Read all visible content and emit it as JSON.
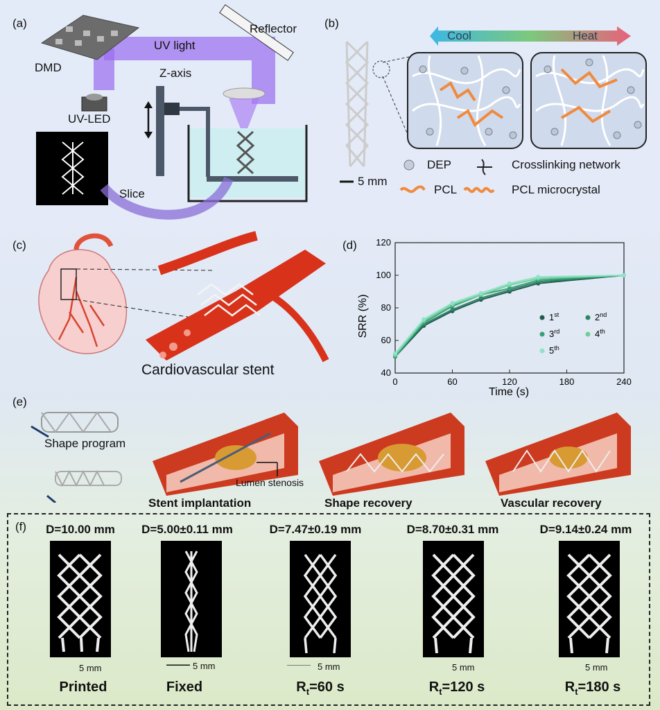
{
  "panel_labels": {
    "a": "(a)",
    "b": "(b)",
    "c": "(c)",
    "d": "(d)",
    "e": "(e)",
    "f": "(f)"
  },
  "a": {
    "dmd": "DMD",
    "uv_light": "UV light",
    "reflector": "Reflector",
    "z_axis": "Z-axis",
    "uv_led": "UV-LED",
    "slice": "Slice"
  },
  "b": {
    "cool": "Cool",
    "heat": "Heat",
    "scale": "5 mm",
    "legend": {
      "dep": "DEP",
      "crosslink": "Crosslinking network",
      "pcl": "PCL",
      "pcl_micro": "PCL microcrystal"
    }
  },
  "c": {
    "caption": "Cardiovascular stent"
  },
  "chart_data": {
    "type": "scatter",
    "ylabel": "SRR (%)",
    "xlabel": "Time (s)",
    "xlim": [
      0,
      240
    ],
    "ylim": [
      40,
      120
    ],
    "xticks": [
      "0",
      "60",
      "120",
      "180",
      "240"
    ],
    "yticks": [
      "40",
      "60",
      "80",
      "100",
      "120"
    ],
    "legend_position": "bottom-right",
    "series": [
      {
        "name": "1",
        "sup": "st",
        "color": "#1f5b4c",
        "x": [
          0,
          30,
          60,
          90,
          120,
          150,
          240
        ],
        "y": [
          50,
          69,
          78,
          85,
          90,
          95,
          100
        ]
      },
      {
        "name": "2",
        "sup": "nd",
        "color": "#2f8466",
        "x": [
          0,
          30,
          60,
          90,
          120,
          150,
          240
        ],
        "y": [
          51,
          70,
          79,
          86,
          91,
          96,
          100
        ]
      },
      {
        "name": "3",
        "sup": "rd",
        "color": "#3a9e7a",
        "x": [
          0,
          30,
          60,
          90,
          120,
          150,
          240
        ],
        "y": [
          50,
          71,
          81,
          88,
          92,
          97,
          100
        ]
      },
      {
        "name": "4",
        "sup": "th",
        "color": "#6ecf95",
        "x": [
          0,
          30,
          60,
          90,
          120,
          150,
          240
        ],
        "y": [
          51,
          72,
          82,
          88,
          94,
          98,
          100
        ]
      },
      {
        "name": "5",
        "sup": "th",
        "color": "#8fe2c8",
        "x": [
          0,
          30,
          60,
          90,
          120,
          150,
          240
        ],
        "y": [
          52,
          73,
          83,
          89,
          95,
          99,
          100
        ]
      }
    ]
  },
  "e": {
    "shape_program": "Shape program",
    "stenosis": "Lumen stenosis",
    "step1": "Stent implantation",
    "step2": "Shape recovery",
    "step3": "Vascular recovery"
  },
  "f": {
    "scale": "5 mm",
    "samples": [
      {
        "d": "D=10.00 mm",
        "caption": "Printed"
      },
      {
        "d": "D=5.00±0.11 mm",
        "caption": "Fixed"
      },
      {
        "d": "D=7.47±0.19 mm",
        "caption_main": "R",
        "caption_sub": "t",
        "caption_rest": "=60 s"
      },
      {
        "d": "D=8.70±0.31 mm",
        "caption_main": "R",
        "caption_sub": "t",
        "caption_rest": "=120 s"
      },
      {
        "d": "D=9.14±0.24 mm",
        "caption_main": "R",
        "caption_sub": "t",
        "caption_rest": "=180 s"
      }
    ]
  }
}
